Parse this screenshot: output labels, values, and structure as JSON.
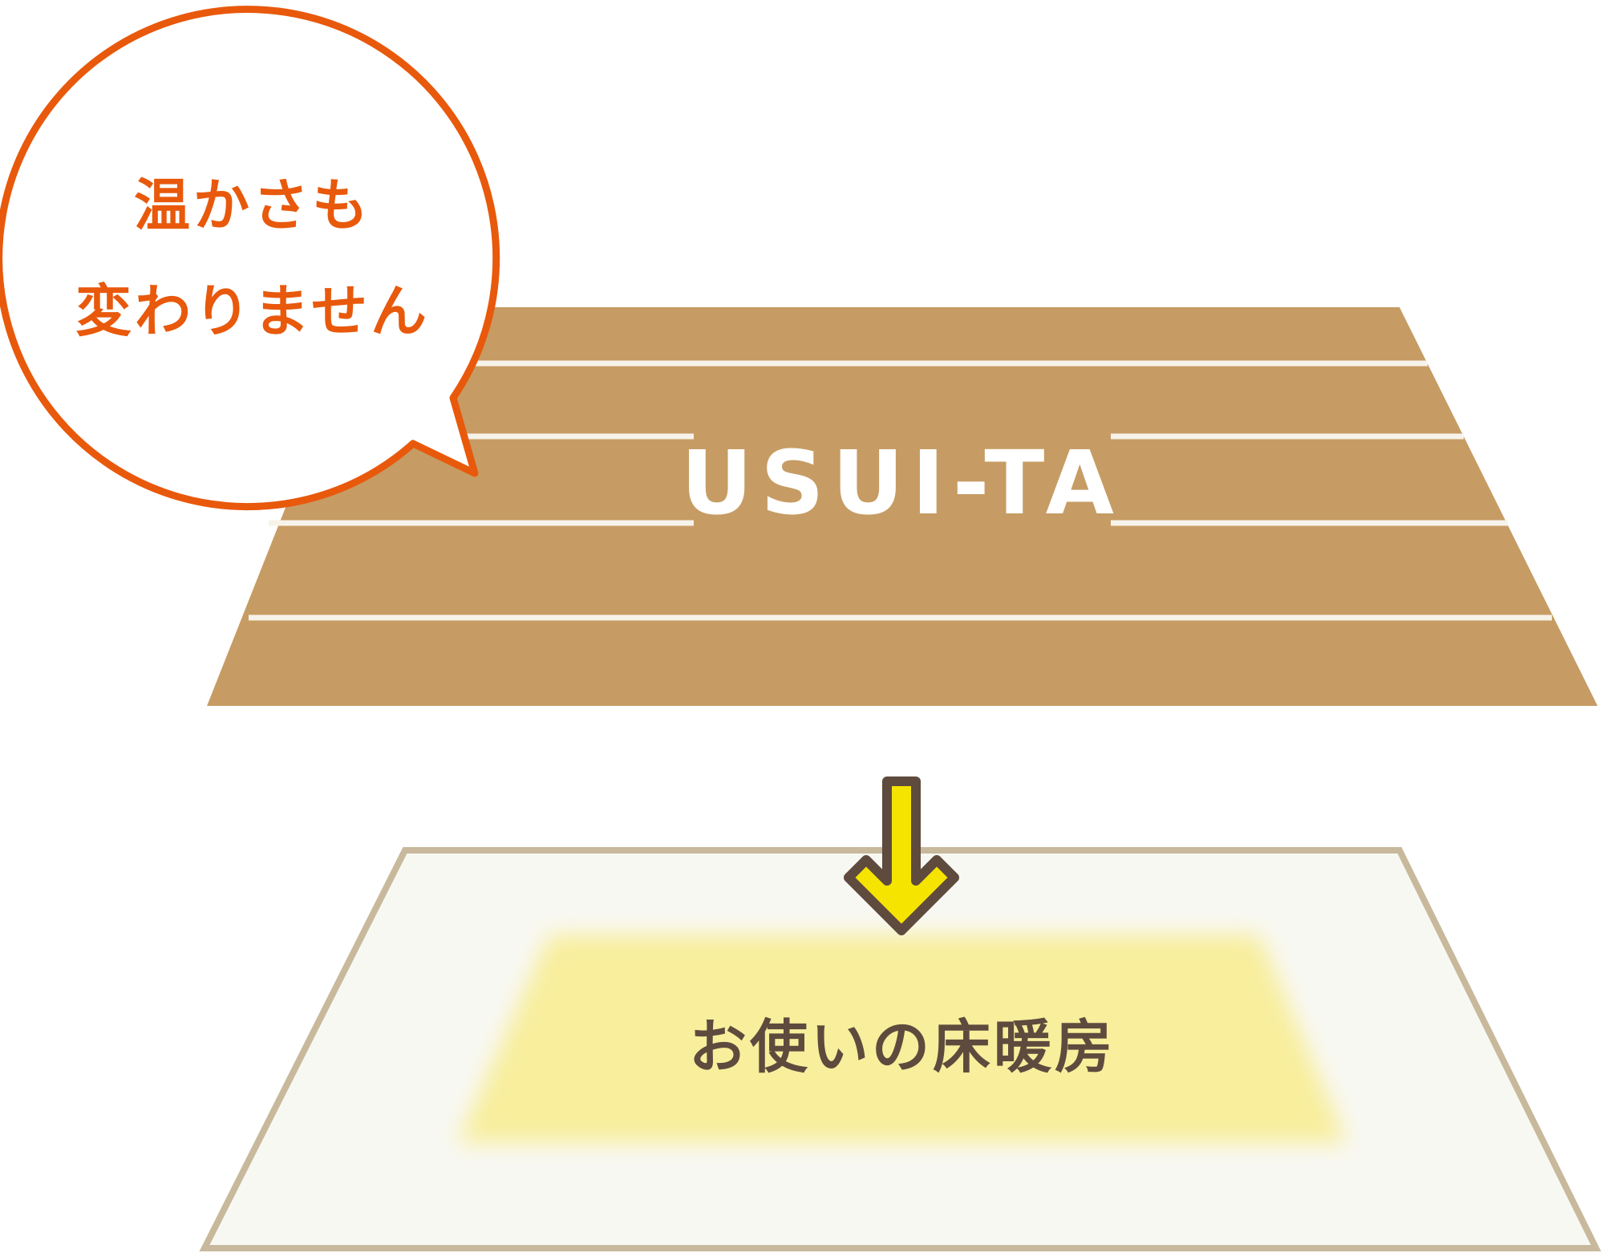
{
  "speech_bubble": {
    "line1": "温かさも",
    "line2": "変わりません"
  },
  "usuita_panel": {
    "label": "USUI-TA"
  },
  "floor_heating": {
    "label": "お使いの床暖房"
  },
  "colors": {
    "wood": "#c69c64",
    "wood_stripe": "#f7f3ea",
    "usuita_text": "#ffffff",
    "bubble_border": "#e8590c",
    "bubble_text": "#e8590c",
    "floor_fill": "#f8f8f3",
    "floor_border": "#c8b99c",
    "heat_glow": "#f8ee9c",
    "floor_text": "#5f4a3e",
    "arrow_fill": "#f5e400",
    "arrow_outline": "#5f4a3e"
  }
}
